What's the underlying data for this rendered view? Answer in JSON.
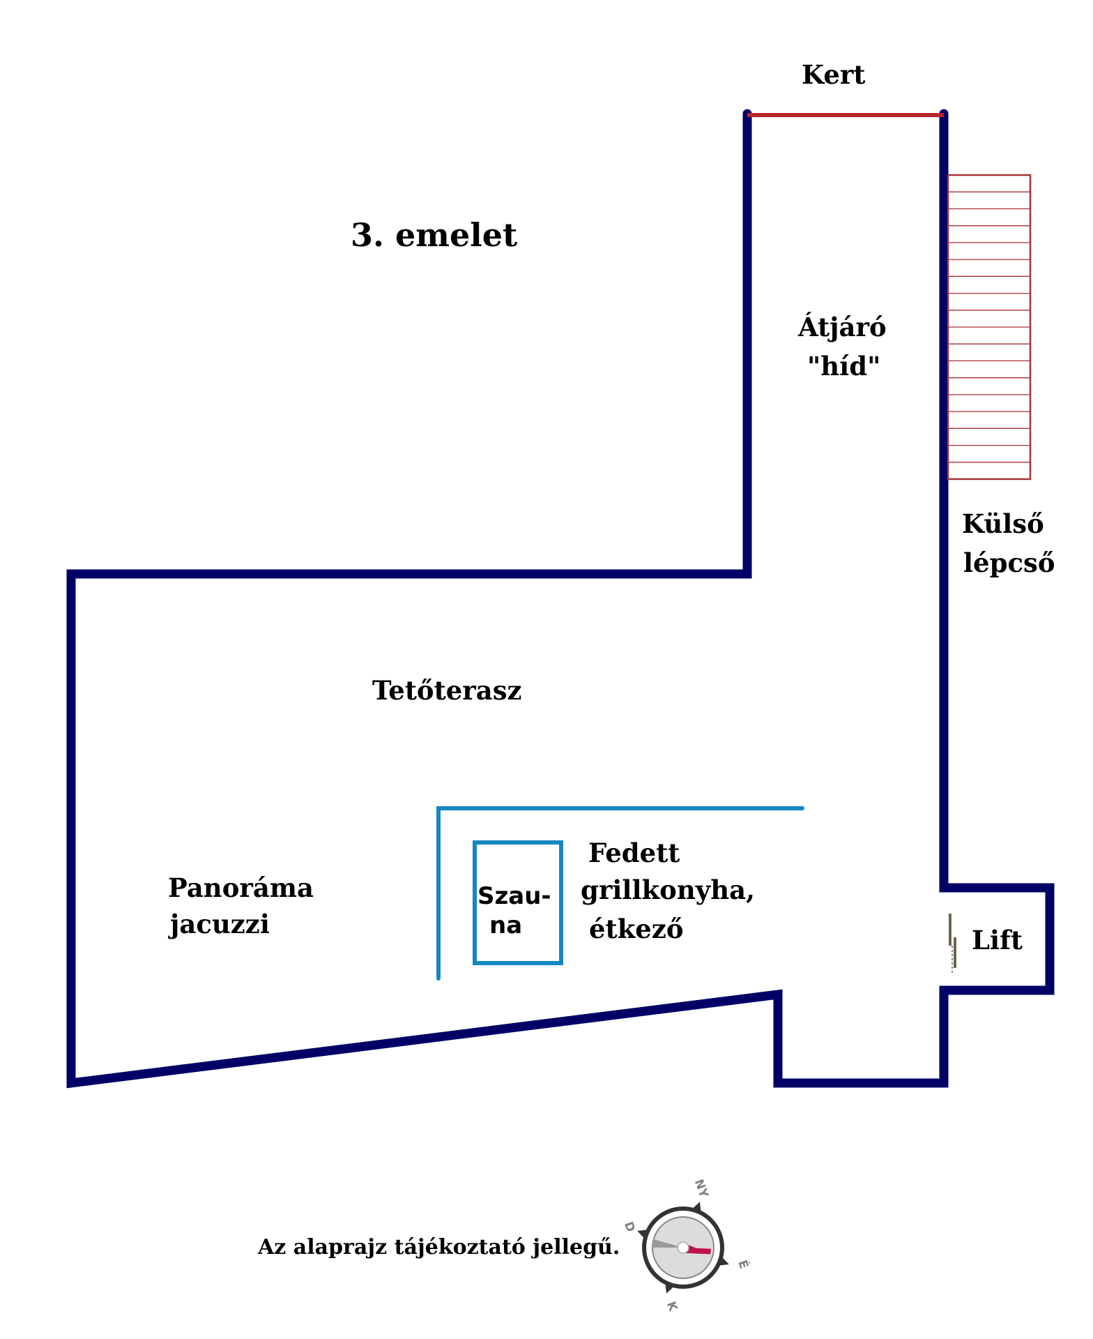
{
  "labels": {
    "floor_title": "3. emelet",
    "garden": "Kert",
    "bridge_line1": "Átjáró",
    "bridge_line2": "\"híd\"",
    "stairs_line1": "Külső",
    "stairs_line2": "lépcső",
    "roof_terrace": "Tetőterasz",
    "jacuzzi_line1": "Panoráma",
    "jacuzzi_line2": "jacuzzi",
    "sauna_line1": "Szau-",
    "sauna_line2": "na",
    "kitchen_line1": "Fedett",
    "kitchen_line2": "grillkonyha,",
    "kitchen_line3": "étkező",
    "lift": "Lift",
    "disclaimer": "Az alaprajz tájékoztató jellegű."
  },
  "compass": {
    "north": "NY",
    "east": "É",
    "south": "K",
    "west": "D"
  },
  "colors": {
    "wall": "#000066",
    "garden_edge": "#b5282e",
    "stairs": "#a83232",
    "covered_area": "#1487c2",
    "lift_door": "#6b6550",
    "compass_needle": "#c0124a"
  }
}
